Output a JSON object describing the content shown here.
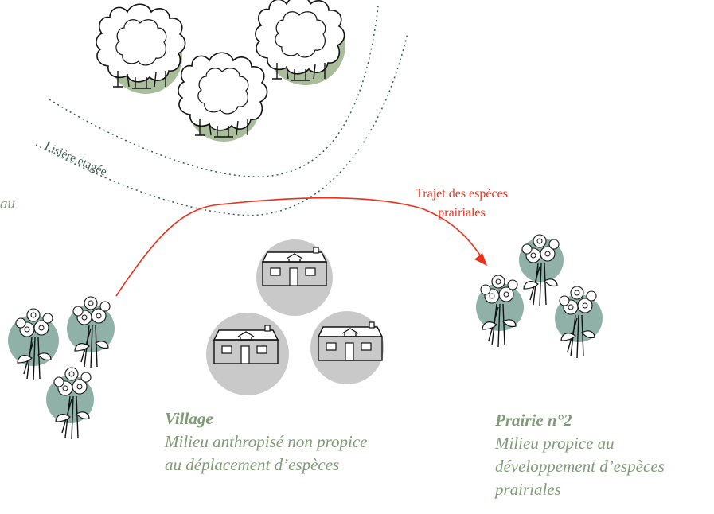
{
  "labels": {
    "lisiere": "Lisière étagée",
    "trajet_line1": "Trajet des espèces",
    "trajet_line2": "prairiales",
    "left_cut": "au",
    "village": {
      "title": "Village",
      "line1": "Milieu anthropisé non propice",
      "line2": "au déplacement d’espèces"
    },
    "prairie2": {
      "title": "Prairie n°2",
      "line1": "Milieu propice au",
      "line2": "développement d’espèces",
      "line3": "prairiales"
    }
  },
  "colors": {
    "tree_circle": "#a9bd9b",
    "flower_circle": "#8fb1a7",
    "house_circle": "#c9c9c9",
    "edge_dots": "#3d5a52",
    "arrow": "#e8321c",
    "label_text": "#7e9b75"
  },
  "icons": [
    "tree-cluster-icon",
    "house-icon",
    "flower-bouquet-icon",
    "arrow-icon"
  ]
}
